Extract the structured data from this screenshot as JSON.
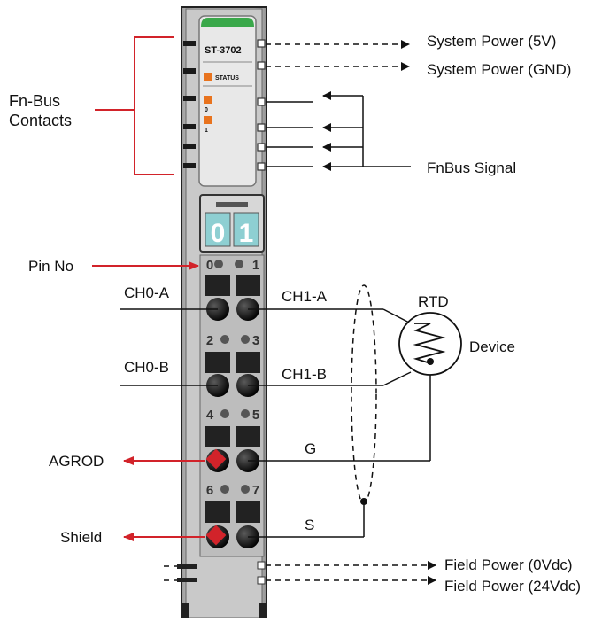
{
  "module": {
    "model": "ST-3702",
    "status_label": "STATUS",
    "led_labels": [
      "0",
      "1"
    ],
    "channel_digits": [
      "0",
      "1"
    ],
    "pin_numbers": [
      "0",
      "1",
      "2",
      "3",
      "4",
      "5",
      "6",
      "7"
    ]
  },
  "labels": {
    "fn_bus_contacts": [
      "Fn-Bus",
      "Contacts"
    ],
    "system_power_5v": "System Power (5V)",
    "system_power_gnd": "System Power (GND)",
    "fnbus_signal": "FnBus Signal",
    "pin_no": "Pin No",
    "ch0_a": "CH0-A",
    "ch1_a": "CH1-A",
    "ch0_b": "CH0-B",
    "ch1_b": "CH1-B",
    "rtd": "RTD",
    "device": "Device",
    "g": "G",
    "s": "S",
    "agrod": "AGROD",
    "shield": "Shield",
    "field_power_0": "Field Power (0Vdc)",
    "field_power_24": "Field Power (24Vdc)"
  },
  "colors": {
    "accent_green": "#3aa84a",
    "status_orange": "#e8731e",
    "bracket_red": "#d2232a",
    "digit_teal": "#8ecfd2"
  }
}
